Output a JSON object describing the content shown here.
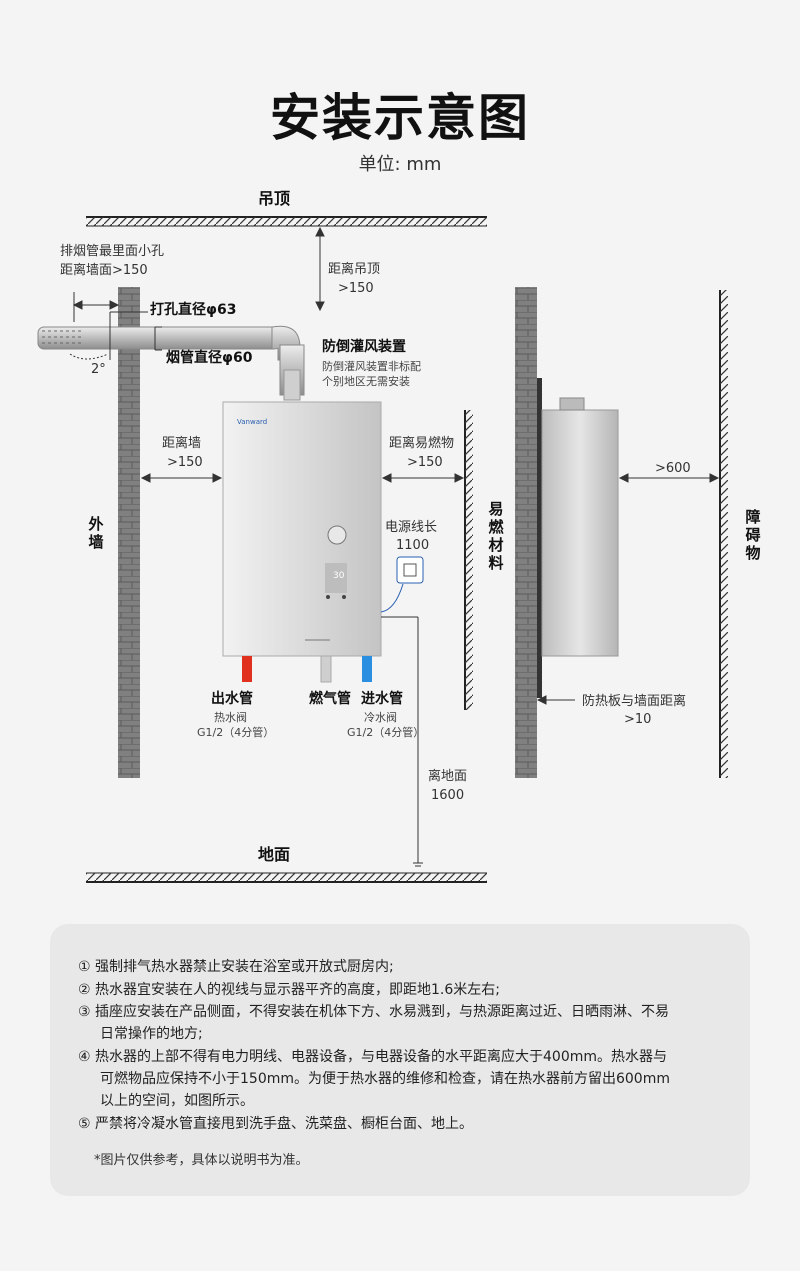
{
  "title": "安装示意图",
  "unit": "单位: mm",
  "labels": {
    "ceiling": "吊顶",
    "floor": "地面",
    "outer_wall": "外墙",
    "combustible": "易燃材料",
    "obstacle": "障碍物",
    "flue_hole_line1": "排烟管最里面小孔",
    "flue_hole_line2": "距离墙面>150",
    "drill_diameter": "打孔直径φ63",
    "pipe_diameter": "烟管直径φ60",
    "angle": "2°",
    "ceiling_dist_line1": "距离吊顶",
    "ceiling_dist_line2": ">150",
    "anti_wind_title": "防倒灌风装置",
    "anti_wind_line1": "防倒灌风装置非标配",
    "anti_wind_line2": "个别地区无需安装",
    "wall_dist_line1": "距离墙",
    "wall_dist_line2": ">150",
    "comb_dist_line1": "距离易燃物",
    "comb_dist_line2": ">150",
    "power_line1": "电源线长",
    "power_line2": "1100",
    "outlet_title": "出水管",
    "outlet_line1": "热水阀",
    "outlet_line2": "G1/2（4分管）",
    "gas_title": "燃气管",
    "inlet_title": "进水管",
    "inlet_line1": "冷水阀",
    "inlet_line2": "G1/2（4分管）",
    "floor_dist_line1": "离地面",
    "floor_dist_line2": "1600",
    "front_dist": ">600",
    "heat_shield_line1": "防热板与墙面距离",
    "heat_shield_line2": ">10",
    "display_value": "30"
  },
  "notes": [
    {
      "num": "①",
      "lines": [
        "强制排气热水器禁止安装在浴室或开放式厨房内;"
      ]
    },
    {
      "num": "②",
      "lines": [
        "热水器宜安装在人的视线与显示器平齐的高度，即距地1.6米左右;"
      ]
    },
    {
      "num": "③",
      "lines": [
        "插座应安装在产品侧面，不得安装在机体下方、水易溅到，与热源距离过近、日晒雨淋、不易",
        "日常操作的地方;"
      ]
    },
    {
      "num": "④",
      "lines": [
        "热水器的上部不得有电力明线、电器设备，与电器设备的水平距离应大于400mm。热水器与",
        "可燃物品应保持不小于150mm。为便于热水器的维修和检查，请在热水器前方留出600mm",
        "以上的空间，如图所示。"
      ]
    },
    {
      "num": "⑤",
      "lines": [
        "严禁将冷凝水管直接甩到洗手盘、洗菜盘、橱柜台面、地上。"
      ]
    }
  ],
  "disclaimer": "*图片仅供参考，具体以说明书为准。",
  "colors": {
    "hot_pipe": "#e0301e",
    "cold_pipe": "#2a8fe0",
    "wall": "#7a7a7a"
  }
}
